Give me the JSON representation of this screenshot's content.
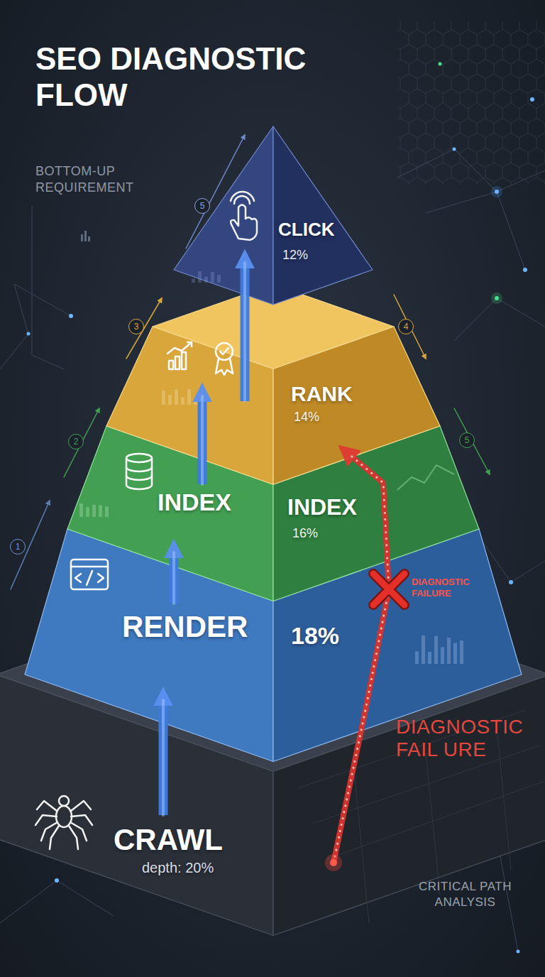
{
  "diagram": {
    "title": "SEO DIAGNOSTIC FLOW",
    "nodes": [
      {
        "text": [
          "CLICK",
          "12%"
        ]
      },
      {
        "text": [
          "RANK",
          "14%"
        ]
      },
      {
        "text": [
          "INDEX",
          "INDEX",
          "16%"
        ]
      },
      {
        "text": [
          "RENDER",
          "18%"
        ]
      },
      {
        "text": [
          "CRAWL",
          "depth: 20%"
        ]
      }
    ],
    "edges": [
      {
        "from": 4,
        "to": 3,
        "arrow": "to"
      },
      {
        "from": 3,
        "to": 2,
        "arrow": "to"
      },
      {
        "from": 2,
        "to": 1,
        "arrow": "to"
      },
      {
        "from": 1,
        "to": 0,
        "arrow": "to"
      },
      {
        "from": 4,
        "to": 1,
        "label": "DIAGNOSTIC FAILURE",
        "arrow": "to"
      }
    ],
    "labels": [
      "BOTTOM-UP REQUIREMENT",
      "5",
      "3",
      "4",
      "2",
      "5",
      "1",
      "DIAGNOSTIC FAIL URE",
      "CRITICAL PATH ANALYSIS"
    ]
  }
}
